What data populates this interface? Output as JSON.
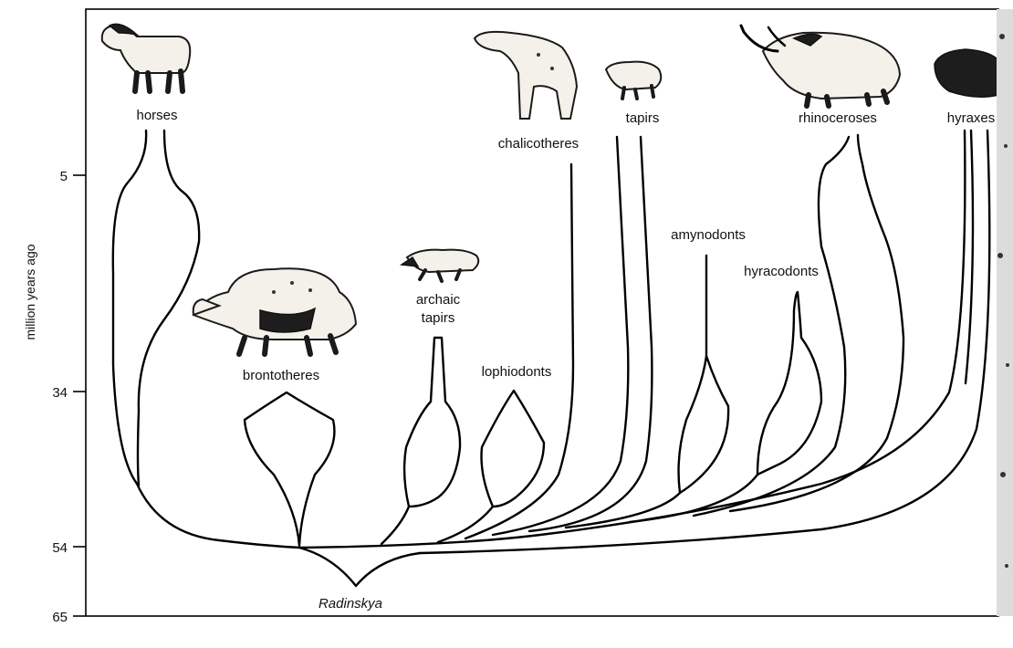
{
  "axis": {
    "title": "million years ago",
    "ticks": [
      "5",
      "34",
      "54",
      "65"
    ]
  },
  "taxa": {
    "horses": "horses",
    "chalicotheres": "chalicotheres",
    "tapirs": "tapirs",
    "rhinoceroses": "rhinoceroses",
    "hyraxes": "hyraxes",
    "amynodonts": "amynodonts",
    "hyracodonts": "hyracodonts",
    "archaic_tapirs_line1": "archaic",
    "archaic_tapirs_line2": "tapirs",
    "brontotheres": "brontotheres",
    "lophiodonts": "lophiodonts",
    "root": "Radinskya"
  },
  "icons": [
    "horse-icon",
    "brontothere-icon",
    "archaic-tapir-icon",
    "chalicothere-icon",
    "tapir-icon",
    "rhinoceros-icon",
    "hyrax-icon"
  ]
}
